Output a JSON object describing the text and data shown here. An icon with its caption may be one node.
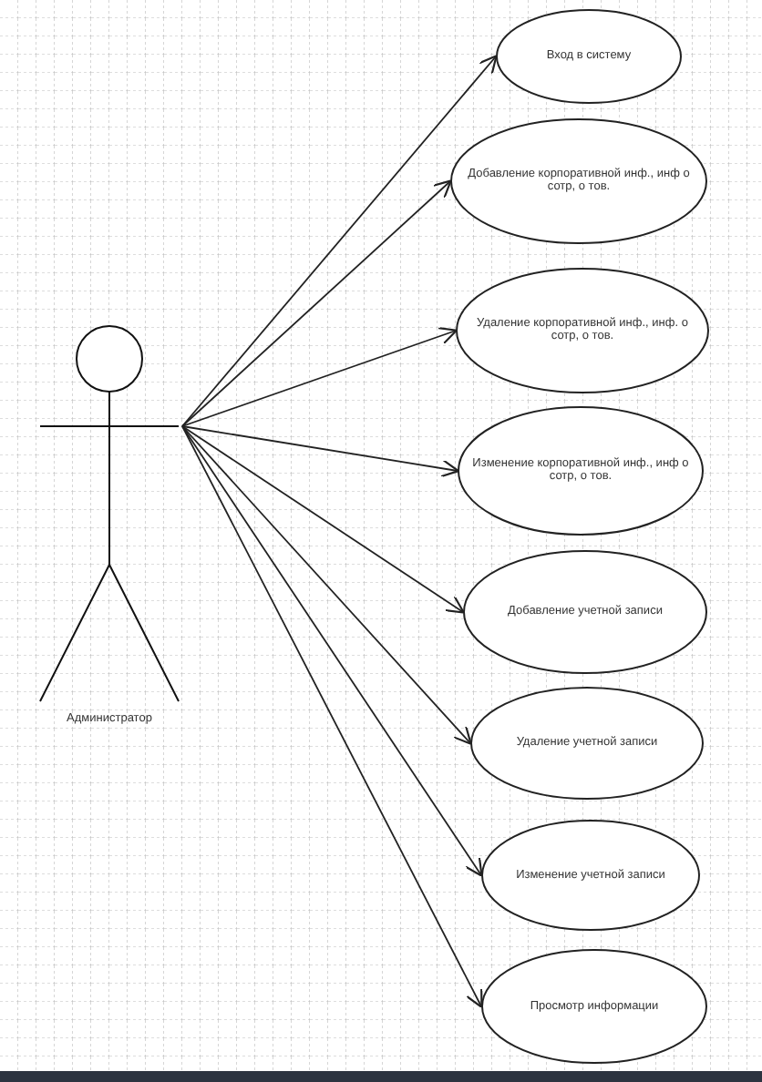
{
  "diagram": {
    "nodes": [
      {
        "text": [
          "Администратор"
        ]
      },
      {
        "text": [
          "Вход в систему"
        ]
      },
      {
        "text": [
          "Добавление корпоративной инф., инф о сотр, о тов."
        ]
      },
      {
        "text": [
          "Удаление корпоративной инф., инф. о сотр, о тов."
        ]
      },
      {
        "text": [
          "Изменение корпоративной инф., инф о сотр, о тов."
        ]
      },
      {
        "text": [
          "Добавление учетной записи"
        ]
      },
      {
        "text": [
          "Удаление учетной записи"
        ]
      },
      {
        "text": [
          "Изменение учетной записи"
        ]
      },
      {
        "text": [
          "Просмотр информации"
        ]
      }
    ],
    "edges": [
      {
        "from": 0,
        "to": 1,
        "arrow": "to"
      },
      {
        "from": 0,
        "to": 2,
        "arrow": "to"
      },
      {
        "from": 0,
        "to": 3,
        "arrow": "to"
      },
      {
        "from": 0,
        "to": 4,
        "arrow": "to"
      },
      {
        "from": 0,
        "to": 5,
        "arrow": "to"
      },
      {
        "from": 0,
        "to": 6,
        "arrow": "to"
      },
      {
        "from": 0,
        "to": 7,
        "arrow": "to"
      },
      {
        "from": 0,
        "to": 8,
        "arrow": "to"
      }
    ]
  }
}
